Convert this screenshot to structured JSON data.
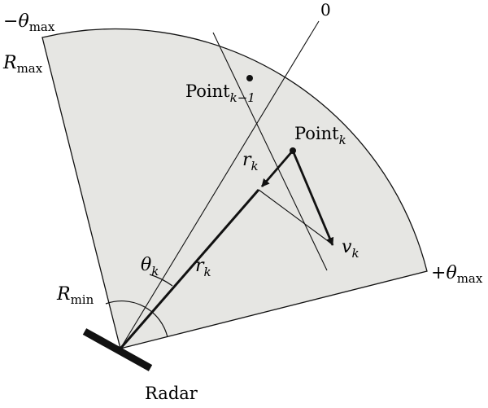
{
  "colors": {
    "sector_fill": "#e6e6e3",
    "stroke": "#111111",
    "background": "#ffffff"
  },
  "labels": {
    "theta_max_neg": {
      "sign": "−",
      "sym": "θ",
      "sub": "max"
    },
    "r_max": {
      "sym": "R",
      "sub": "max"
    },
    "zero": "0",
    "point_prev": {
      "text": "Point",
      "sub": "k−1"
    },
    "point_k": {
      "text": "Point",
      "sub": "k"
    },
    "r_k_upper": {
      "sym": "r",
      "sub": "k"
    },
    "r_k_lower": {
      "sym": "r",
      "sub": "k"
    },
    "theta_k": {
      "sym": "θ",
      "sub": "k"
    },
    "v_k": {
      "sym": "v",
      "sub": "k"
    },
    "theta_max_pos": {
      "sign": "+",
      "sym": "θ",
      "sub": "max"
    },
    "r_min": {
      "sym": "R",
      "sub": "min"
    },
    "radar": "Radar"
  }
}
